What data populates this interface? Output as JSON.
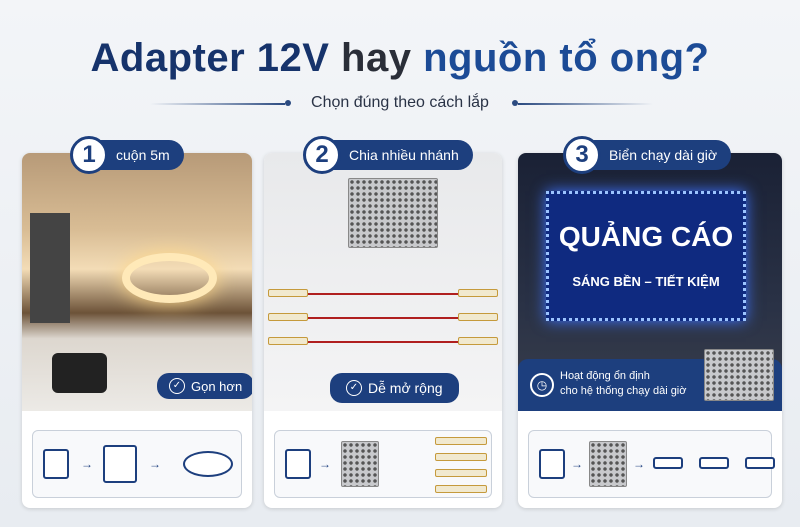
{
  "title": {
    "part1": "Adapter 12V",
    "part2": "hay",
    "part3": "nguồn tổ ong?"
  },
  "subtitle": "Chọn đúng theo cách lắp",
  "panels": [
    {
      "number": "1",
      "label": "cuộn 5m",
      "pill": "Gọn hơn"
    },
    {
      "number": "2",
      "label": "Chia nhiều nhánh",
      "pill": "Dễ mở rộng"
    },
    {
      "number": "3",
      "label": "Biển chạy dài giờ",
      "sign_title": "QUẢNG CÁO",
      "sign_sub": "SÁNG BỀN – TIẾT KIỆM",
      "note_line1": "Hoạt động ổn định",
      "note_line2": "cho hệ thống chạy dài giờ"
    }
  ],
  "colors": {
    "primary": "#1d3f7e",
    "title_dark": "#16336b",
    "background": "#eef1f5"
  }
}
